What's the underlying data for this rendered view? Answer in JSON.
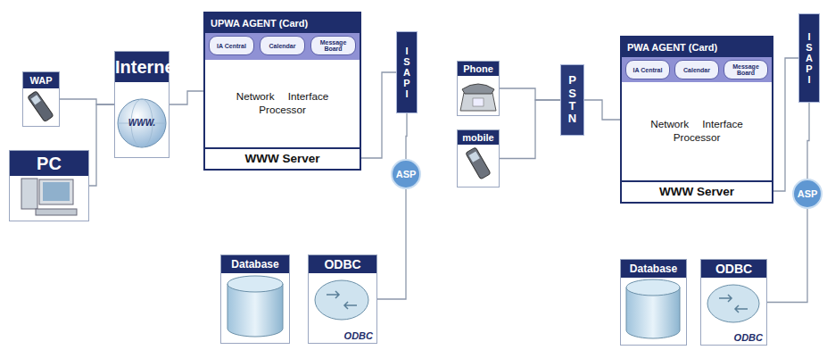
{
  "diagram": {
    "nodes": [
      {
        "text": [
          "WAP"
        ]
      },
      {
        "text": [
          "PC"
        ]
      },
      {
        "text": [
          "Internet",
          "WWW."
        ]
      },
      {
        "text": [
          "UPWA AGENT (Card)"
        ]
      },
      {
        "text": [
          "IA Central"
        ],
        "in": 3
      },
      {
        "text": [
          "Calendar"
        ],
        "in": 3
      },
      {
        "text": [
          "Message Board"
        ],
        "in": 3
      },
      {
        "text": [
          "Network Interface Processor"
        ],
        "in": 3
      },
      {
        "text": [
          "WWW Server"
        ],
        "in": 3
      },
      {
        "text": [
          "ISAPI"
        ]
      },
      {
        "text": [
          "ASP"
        ]
      },
      {
        "text": [
          "Database"
        ]
      },
      {
        "text": [
          "ODBC",
          "ODBC"
        ]
      },
      {
        "text": [
          "Phone"
        ]
      },
      {
        "text": [
          "mobile"
        ]
      },
      {
        "text": [
          "PSTN"
        ]
      },
      {
        "text": [
          "PWA AGENT (Card)"
        ]
      },
      {
        "text": [
          "IA Central"
        ],
        "in": 16
      },
      {
        "text": [
          "Calendar"
        ],
        "in": 16
      },
      {
        "text": [
          "Message Board"
        ],
        "in": 16
      },
      {
        "text": [
          "Network Interface Processor"
        ],
        "in": 16
      },
      {
        "text": [
          "WWW Server"
        ],
        "in": 16
      },
      {
        "text": [
          "ISAPI"
        ]
      },
      {
        "text": [
          "ASP"
        ]
      },
      {
        "text": [
          "Database"
        ]
      },
      {
        "text": [
          "ODBC",
          "ODBC"
        ]
      }
    ],
    "edges": [
      {
        "from": 0,
        "to": 2,
        "arrow": "none"
      },
      {
        "from": 1,
        "to": 2,
        "arrow": "none"
      },
      {
        "from": 2,
        "to": 3,
        "arrow": "none"
      },
      {
        "from": 8,
        "to": 9,
        "arrow": "none"
      },
      {
        "from": 9,
        "to": 10,
        "arrow": "none"
      },
      {
        "from": 10,
        "to": 12,
        "arrow": "none"
      },
      {
        "from": 13,
        "to": 15,
        "arrow": "none"
      },
      {
        "from": 14,
        "to": 15,
        "arrow": "none"
      },
      {
        "from": 15,
        "to": 16,
        "arrow": "none"
      },
      {
        "from": 21,
        "to": 22,
        "arrow": "none"
      },
      {
        "from": 22,
        "to": 23,
        "arrow": "none"
      },
      {
        "from": 23,
        "to": 25,
        "arrow": "none"
      }
    ]
  }
}
